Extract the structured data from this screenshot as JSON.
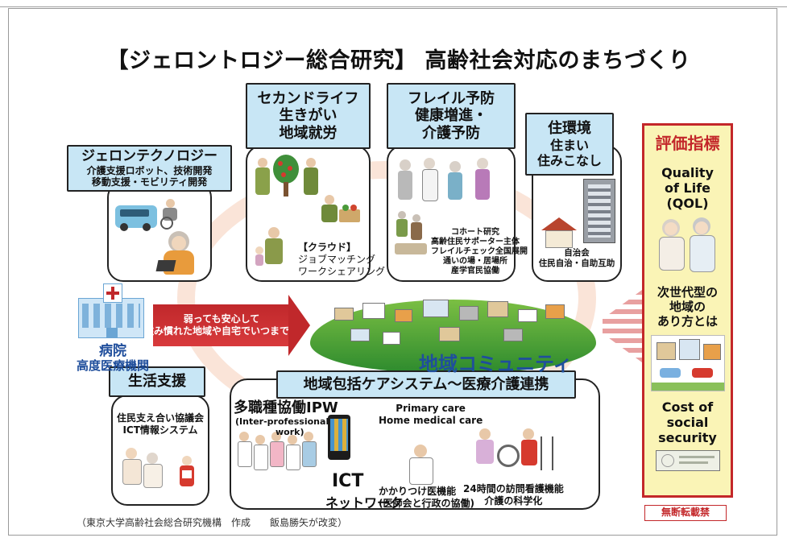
{
  "title": "【ジェロントロジー総合研究】 高齢社会対応のまちづくり",
  "gerontech": {
    "heading": "ジェロンテクノロジー",
    "line1": "介護支援ロボット、技術開発",
    "line2": "移動支援・モビリティ開発"
  },
  "second_life": {
    "line1": "セカンドライフ",
    "line2": "生きがい",
    "line3": "地域就労",
    "cloud": "【クラウド】",
    "cloud1": "ジョブマッチング",
    "cloud2": "ワークシェアリング"
  },
  "frailty": {
    "line1": "フレイル予防",
    "line2": "健康増進・",
    "line3": "介護予防",
    "notes": [
      "コホート研究",
      "高齢住民サポーター主体",
      "フレイルチェック全国展開",
      "通いの場・居場所",
      "産学官民協働"
    ]
  },
  "housing": {
    "line1": "住環境",
    "line2": "住まい",
    "line3": "住みこなし",
    "note1": "自治会",
    "note2": "住民自治・自助互助"
  },
  "hospital": {
    "label1": "病院",
    "label2": "高度医療機関"
  },
  "arrow": {
    "line1": "弱っても安心して",
    "line2": "住み慣れた地域や自宅でいつまでも"
  },
  "community": "地域コミュニティ",
  "life_support": {
    "heading": "生活支援",
    "line1": "住民支え合い協議会",
    "line2": "ICT情報システム"
  },
  "care_system": {
    "heading": "地域包括ケアシステム～医療介護連携",
    "ipw": "多職種協働IPW",
    "ipw_en1": "(Inter-professional",
    "ipw_en2": "work)",
    "ict": "ICT",
    "network": "ネットワーク",
    "primary1": "Primary care",
    "primary2": "Home medical care",
    "gp1": "かかりつけ医機能",
    "gp2": "(医師会と行政の協働)",
    "nursing1": "24時間の訪問看護機能",
    "nursing2": "介護の科学化"
  },
  "evaluation": {
    "heading": "評価指標",
    "qol": [
      "Quality",
      "of Life",
      "(QOL)"
    ],
    "next": [
      "次世代型の",
      "地域の",
      "あり方とは"
    ],
    "cost": [
      "Cost of",
      "social",
      "security"
    ]
  },
  "no_reprint": "無断転載禁",
  "footer": "（東京大学高齢社会総合研究機構　作成　　飯島勝矢が改変）",
  "colors": {
    "chip": "#c8e6f5",
    "accent_red": "#c3272a",
    "community_blue": "#1f4e9c",
    "panel_yellow": "#faf4b6"
  }
}
